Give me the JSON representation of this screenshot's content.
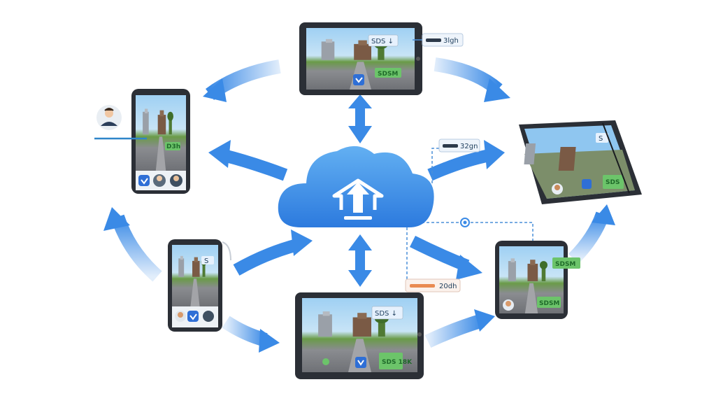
{
  "colors": {
    "cloud_top": "#5aa8f0",
    "cloud_bottom": "#2f7fe0",
    "arrow": "#3a8ae6",
    "arrow_light": "#a9cdf5",
    "device_frame": "#2b2f36",
    "sky": "#8fc6f0",
    "grass": "#5d8f3c",
    "road": "#8e8f93",
    "badge_green": "#6cc46a",
    "badge_blue": "#e6f1fd",
    "dashed": "#4a8fd8"
  },
  "icons": {
    "cloud": "cloud-upload-icon",
    "user": "user-avatar-icon",
    "check": "checkmark-icon",
    "down": "chevron-down-icon"
  },
  "tags": {
    "top_tag": "3lgh",
    "mid_right_tag": "32gn",
    "bottom_right_tag": "20dh"
  },
  "screens": {
    "tablet_top": {
      "badge_top": "SDS ↓",
      "badge_bottom": "SDSM"
    },
    "phone_left": {
      "badge_top": "",
      "badge_bottom": "D3h"
    },
    "foldable_right": {
      "badge_top": "S",
      "badge_bottom": "SDS"
    },
    "phone_bottom_left": {
      "badge_top": "S",
      "badge_bottom": ""
    },
    "tablet_bottom": {
      "badge_top": "SDS ↓",
      "badge_bottom": "SDS 18K"
    },
    "phone_bottom_right": {
      "badge_top": "SDSM",
      "badge_bottom": "SDSM"
    }
  }
}
